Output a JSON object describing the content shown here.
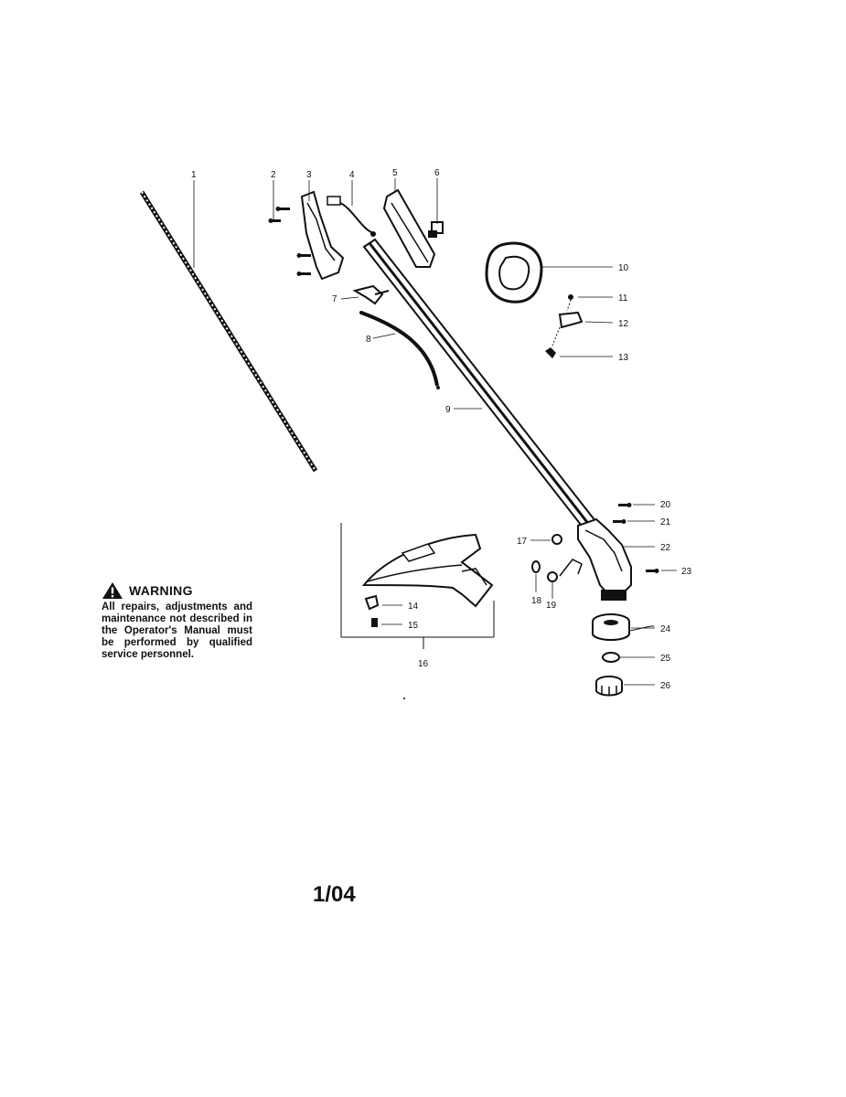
{
  "diagram": {
    "part_labels": [
      "1",
      "2",
      "3",
      "4",
      "5",
      "6",
      "7",
      "8",
      "9",
      "10",
      "11",
      "12",
      "13",
      "14",
      "15",
      "16",
      "17",
      "18",
      "19",
      "20",
      "21",
      "22",
      "23",
      "24",
      "25",
      "26"
    ]
  },
  "warning": {
    "icon": "warning-triangle-icon",
    "title": "WARNING",
    "text": "All repairs, adjustments and maintenance not described in the Operator's Manual must be performed by qualified service personnel."
  },
  "footer": {
    "date_code": "1/04"
  }
}
